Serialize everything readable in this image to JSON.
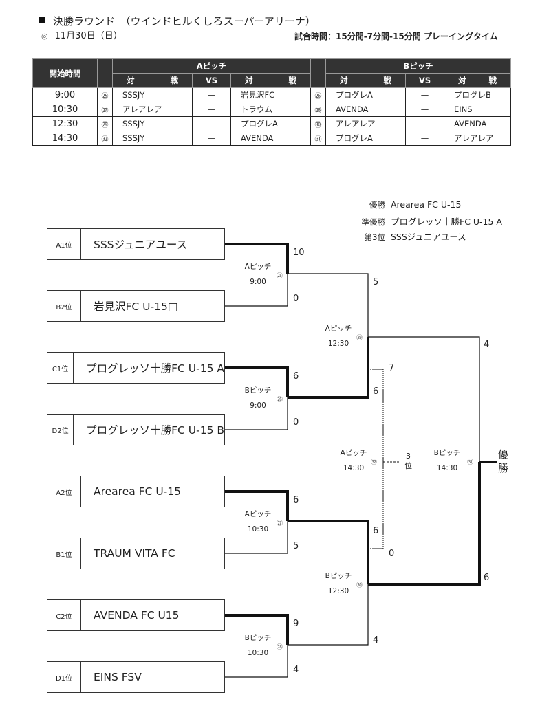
{
  "header": {
    "title": "決勝ラウンド　（ウインドヒルくしろスーパーアリーナ）",
    "date_mark": "◎",
    "date": "11月30日（日）",
    "match_time_rule": "試合時間：15分間-7分間-15分間 プレーイングタイム"
  },
  "schedule": {
    "col_start_time": "開始時間",
    "pitch_a": "Aピッチ",
    "pitch_b": "Bピッチ",
    "taisen_left": "対",
    "taisen_right": "戦",
    "vs": "VS",
    "rows": [
      {
        "time": "9:00",
        "a_num": "㉕",
        "a_home": "SSSJY",
        "a_vs": "—",
        "a_away": "岩見沢FC",
        "b_num": "㉖",
        "b_home": "プログレA",
        "b_vs": "—",
        "b_away": "プログレB"
      },
      {
        "time": "10:30",
        "a_num": "㉗",
        "a_home": "アレアレア",
        "a_vs": "—",
        "a_away": "トラウム",
        "b_num": "㉘",
        "b_home": "AVENDA",
        "b_vs": "—",
        "b_away": "EINS"
      },
      {
        "time": "12:30",
        "a_num": "㉙",
        "a_home": "SSSJY",
        "a_vs": "—",
        "a_away": "プログレA",
        "b_num": "㉚",
        "b_home": "アレアレア",
        "b_vs": "—",
        "b_away": "AVENDA"
      },
      {
        "time": "14:30",
        "a_num": "㉜",
        "a_home": "SSSJY",
        "a_vs": "—",
        "a_away": "AVENDA",
        "b_num": "㉛",
        "b_home": "プログレA",
        "b_vs": "—",
        "b_away": "アレアレア"
      }
    ]
  },
  "results": [
    {
      "label": "優勝",
      "team": "Arearea FC U-15"
    },
    {
      "label": "準優勝",
      "team": "プログレッソ十勝FC U-15 A"
    },
    {
      "label": "第3位",
      "team": "SSSジュニアユース"
    }
  ],
  "bracket": {
    "teams": [
      {
        "seed": "A1位",
        "name": "SSSジュニアユース"
      },
      {
        "seed": "B2位",
        "name": "岩見沢FC U-15□"
      },
      {
        "seed": "C1位",
        "name": "プログレッソ十勝FC U-15 A"
      },
      {
        "seed": "D2位",
        "name": "プログレッソ十勝FC U-15 B"
      },
      {
        "seed": "A2位",
        "name": "Arearea FC U-15"
      },
      {
        "seed": "B1位",
        "name": "TRAUM VITA FC"
      },
      {
        "seed": "C2位",
        "name": "AVENDA FC U15"
      },
      {
        "seed": "D1位",
        "name": "EINS FSV"
      }
    ],
    "matches": [
      {
        "num": "㉕",
        "pitch": "Aピッチ",
        "time": "9:00",
        "score_top": "10",
        "score_bottom": "0"
      },
      {
        "num": "㉖",
        "pitch": "Bピッチ",
        "time": "9:00",
        "score_top": "6",
        "score_bottom": "0"
      },
      {
        "num": "㉗",
        "pitch": "Aピッチ",
        "time": "10:30",
        "score_top": "6",
        "score_bottom": "5"
      },
      {
        "num": "㉘",
        "pitch": "Bピッチ",
        "time": "10:30",
        "score_top": "9",
        "score_bottom": "4"
      },
      {
        "num": "㉙",
        "pitch": "Aピッチ",
        "time": "12:30",
        "score_top": "5",
        "score_bottom": "6"
      },
      {
        "num": "㉚",
        "pitch": "Bピッチ",
        "time": "12:30",
        "score_top": "6",
        "score_bottom": "4"
      },
      {
        "num": "㉜",
        "pitch": "Aピッチ",
        "time": "14:30",
        "score_top": "7",
        "score_bottom": "0",
        "label_line1": "3",
        "label_line2": "位"
      },
      {
        "num": "㉛",
        "pitch": "Bピッチ",
        "time": "14:30",
        "score_top": "4",
        "score_bottom": "6",
        "label_line1": "優",
        "label_line2": "勝"
      }
    ]
  }
}
